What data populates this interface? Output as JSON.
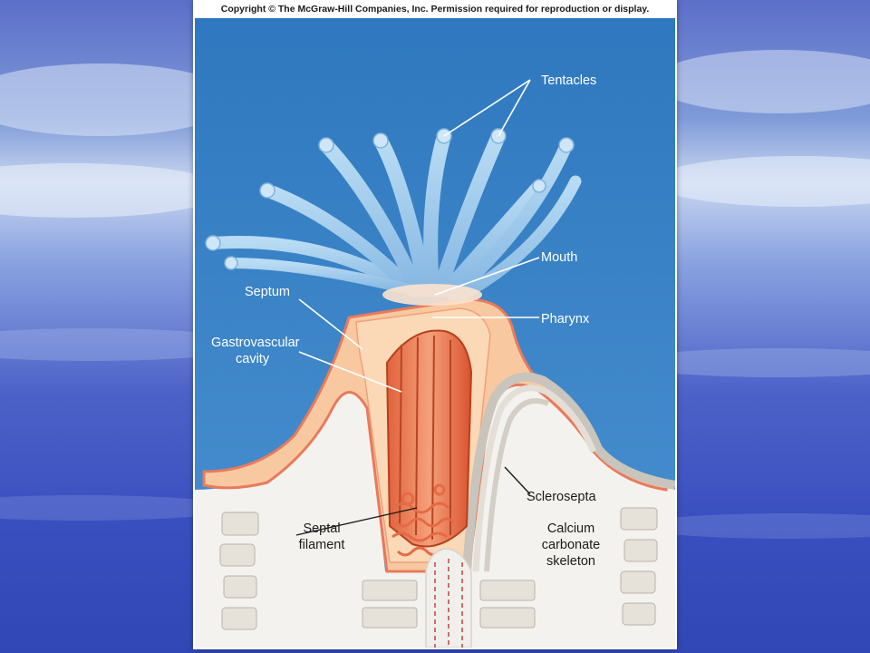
{
  "copyright": "Copyright © The McGraw-Hill Companies, Inc. Permission required for reproduction or display.",
  "labels": {
    "tentacles": "Tentacles",
    "mouth": "Mouth",
    "septum": "Septum",
    "pharynx": "Pharynx",
    "gastrovascular_line1": "Gastrovascular",
    "gastrovascular_line2": "cavity",
    "sclerosepta": "Sclerosepta",
    "septal_line1": "Septal",
    "septal_line2": "filament",
    "calcium_line1": "Calcium",
    "calcium_line2": "carbonate",
    "calcium_line3": "skeleton"
  },
  "colors": {
    "water": "#3f86c8",
    "tissue": "#f6c59c",
    "tissue_edge": "#e8775a",
    "pharynx_red": "#d9532f",
    "tentacle": "#9cc8ea",
    "skeleton": "#f2f0ec"
  }
}
